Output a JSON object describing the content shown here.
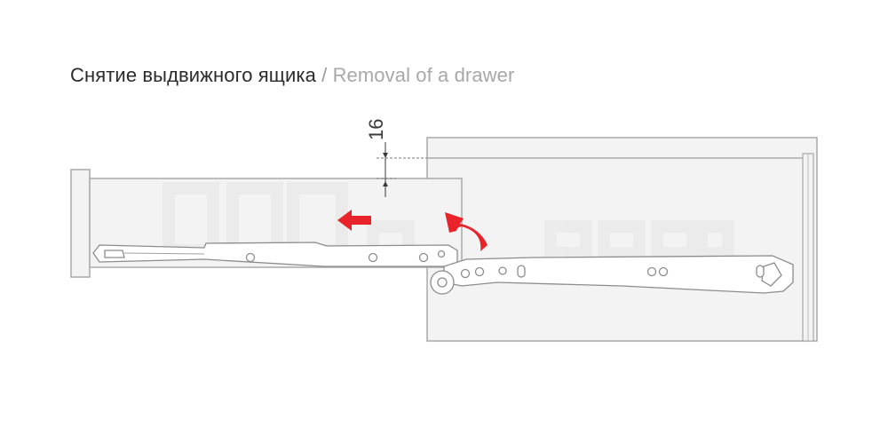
{
  "title": {
    "ru": "Снятие выдвижного ящика",
    "separator": " / ",
    "en": "Removal of a drawer"
  },
  "dimension": {
    "value": "16"
  },
  "colors": {
    "outline": "#a9a9a9",
    "fill": "#f3f3f3",
    "arrow": "#e8232a",
    "text": "#2b2b2b",
    "muted_text": "#a8a8a8"
  },
  "icons": {
    "pull_out_arrow": "arrow-left-icon",
    "lift_arrow": "curved-arrow-up-icon"
  }
}
